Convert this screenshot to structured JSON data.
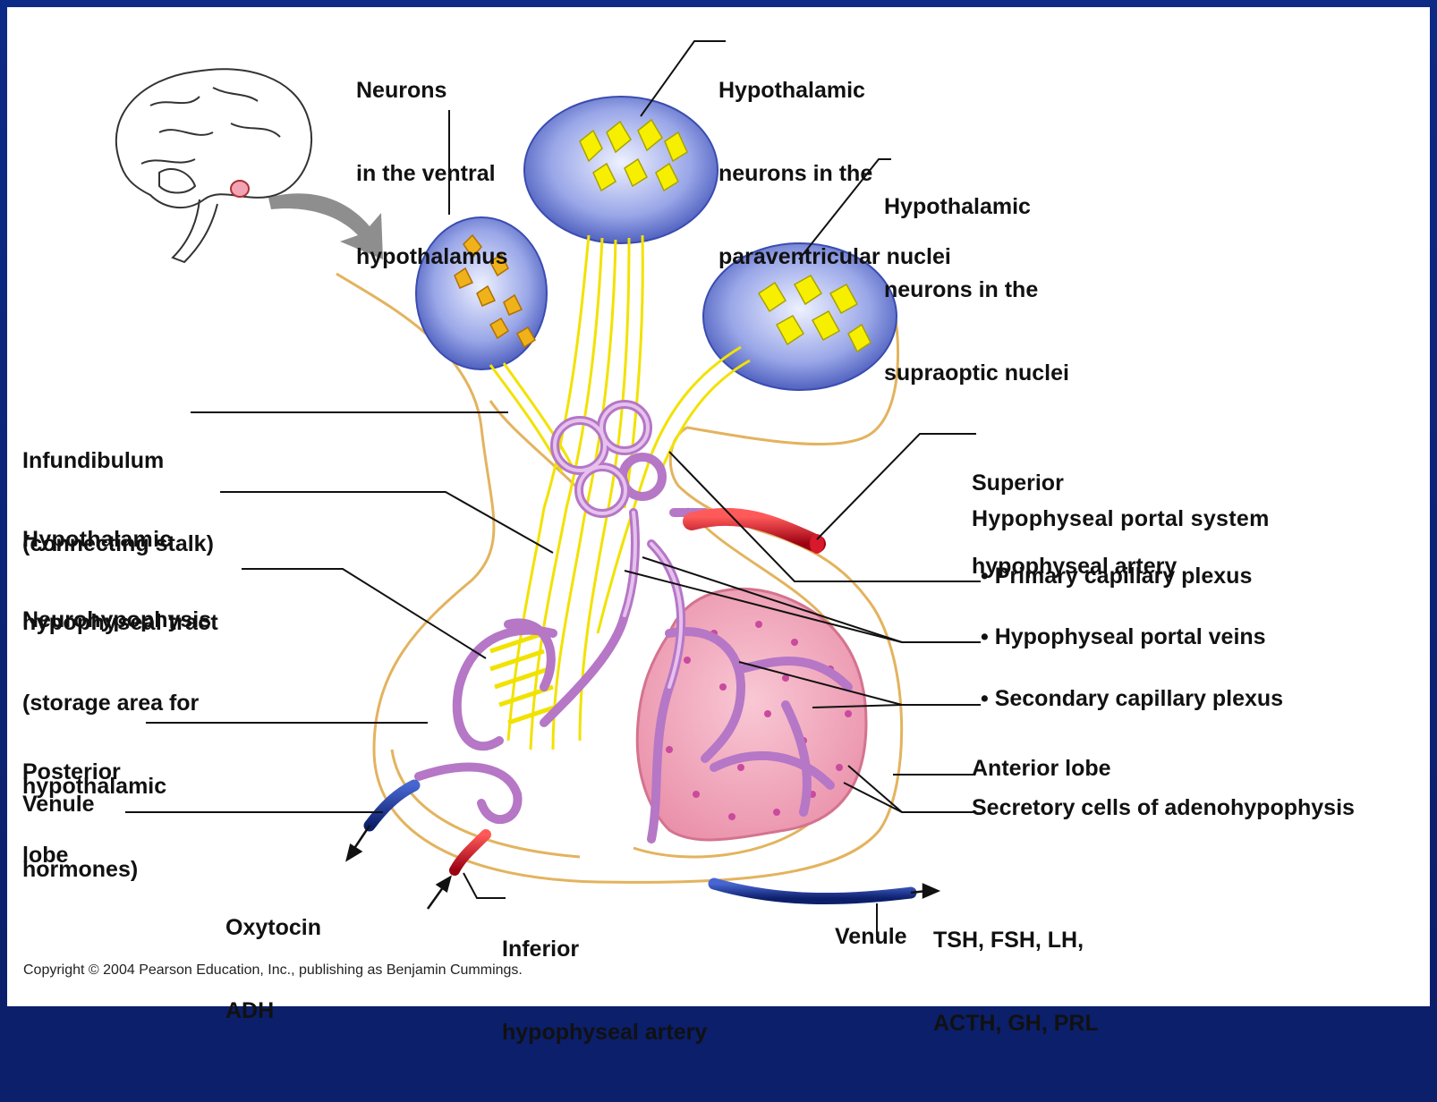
{
  "labels": {
    "neurons_ventral": [
      "Neurons",
      "in the ventral",
      "hypothalamus"
    ],
    "paraventricular": [
      "Hypothalamic",
      "neurons in the",
      "paraventricular nuclei"
    ],
    "supraoptic": [
      "Hypothalamic",
      "neurons in the",
      "supraoptic nuclei"
    ],
    "infundibulum": [
      "Infundibulum",
      "(connecting stalk)"
    ],
    "tract": [
      "Hypothalamic",
      "hypophyseal tract"
    ],
    "neurohypophysis": [
      "Neurohypophysis",
      "(storage area for",
      "hypothalamic",
      "hormones)"
    ],
    "posterior_lobe": [
      "Posterior",
      "lobe"
    ],
    "venule_left": "Venule",
    "superior_artery": [
      "Superior",
      "hypophyseal artery"
    ],
    "portal_system": "Hypophyseal portal system",
    "primary_plexus": "• Primary capillary plexus",
    "portal_veins": "• Hypophyseal portal veins",
    "secondary_plexus": "• Secondary capillary plexus",
    "anterior_lobe": "Anterior lobe",
    "secretory_cells": "Secretory cells of adenohypophysis",
    "oxytocin_adh": [
      "Oxytocin",
      "ADH"
    ],
    "inferior_artery": [
      "Inferior",
      "hypophyseal artery"
    ],
    "venule_bottom": "Venule",
    "hormones": [
      "TSH, FSH, LH,",
      "ACTH, GH, PRL"
    ]
  },
  "copyright": "Copyright © 2004 Pearson Education, Inc., publishing as Benjamin Cummings.",
  "colors": {
    "frame": "#0b1f6b",
    "oval_fill": "#6e7fd6",
    "neuron_yellow": "#f6f000",
    "outline_tan": "#e3b35e",
    "anterior_pink": "#f3a9bd",
    "vessel_purple": "#c996d6",
    "artery_red": "#d61a2b",
    "vein_blue": "#1e3d9b"
  }
}
